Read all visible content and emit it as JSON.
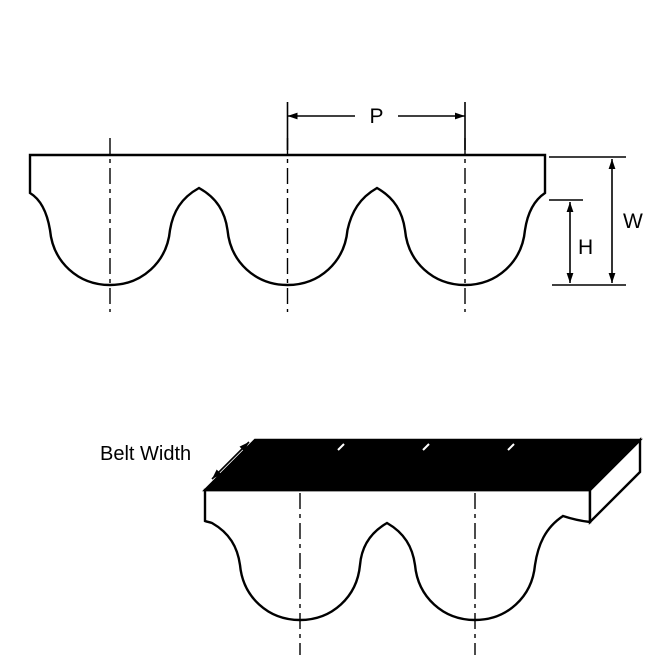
{
  "figure": {
    "type": "timing-belt-tooth-profile-diagram",
    "colors": {
      "line": "#000000",
      "background": "#ffffff",
      "belt_top_face": "#000000",
      "belt_fill": "#ffffff"
    },
    "top_view": {
      "pitch_label": "P",
      "overall_thickness_label": "W",
      "tooth_height_label": "H"
    },
    "iso_view": {
      "belt_width_label": "Belt Width"
    }
  }
}
